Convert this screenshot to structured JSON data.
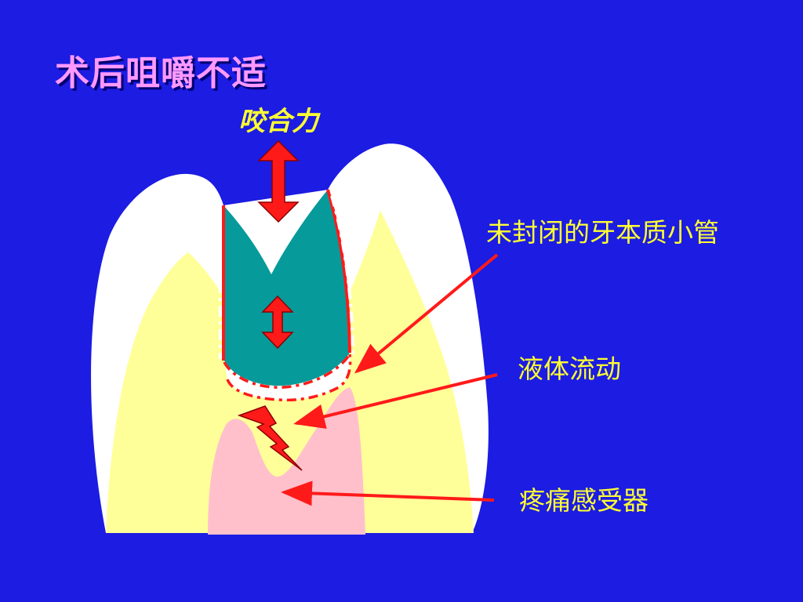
{
  "colors": {
    "background": "#1c1ce2",
    "title": "#ff99ff",
    "label": "#ffff33",
    "enamel": "#ffffff",
    "dentin": "#ffff99",
    "pulp": "#ffc0cb",
    "restoration": "#069a9a",
    "arrow": "#ff1a1a"
  },
  "slide": {
    "title": "术后咀嚼不适",
    "force_label": "咬合力"
  },
  "callouts": {
    "tubules": "未封闭的牙本质小管",
    "fluid": "液体流动",
    "receptor": "疼痛感受器"
  }
}
